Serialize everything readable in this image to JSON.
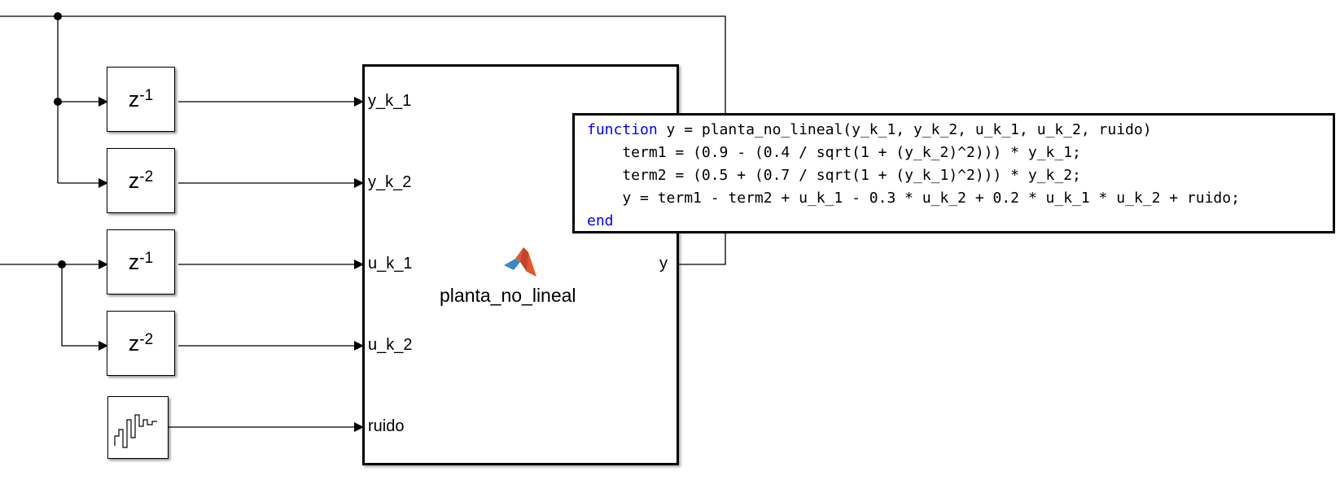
{
  "delay_blocks": [
    {
      "base": "z",
      "exp": "-1"
    },
    {
      "base": "z",
      "exp": "-2"
    },
    {
      "base": "z",
      "exp": "-1"
    },
    {
      "base": "z",
      "exp": "-2"
    }
  ],
  "function_block": {
    "name": "planta_no_lineal",
    "inputs": [
      "y_k_1",
      "y_k_2",
      "u_k_1",
      "u_k_2",
      "ruido"
    ],
    "output": "y"
  },
  "code": {
    "line1_keyword": "function",
    "line1_rest": " y = planta_no_lineal(y_k_1, y_k_2, u_k_1, u_k_2, ruido)",
    "line2": "    term1 = (0.9 - (0.4 / sqrt(1 + (y_k_2)^2))) * y_k_1;",
    "line3": "    term2 = (0.5 + (0.7 / sqrt(1 + (y_k_1)^2))) * y_k_2;",
    "line4": "    y = term1 - term2 + u_k_1 - 0.3 * u_k_2 + 0.2 * u_k_1 * u_k_2 + ruido;",
    "line5_keyword": "end"
  },
  "colors": {
    "keyword": "#0000ff",
    "matlab_logo_orange": "#e1582c",
    "matlab_logo_blue": "#3a89c9"
  }
}
